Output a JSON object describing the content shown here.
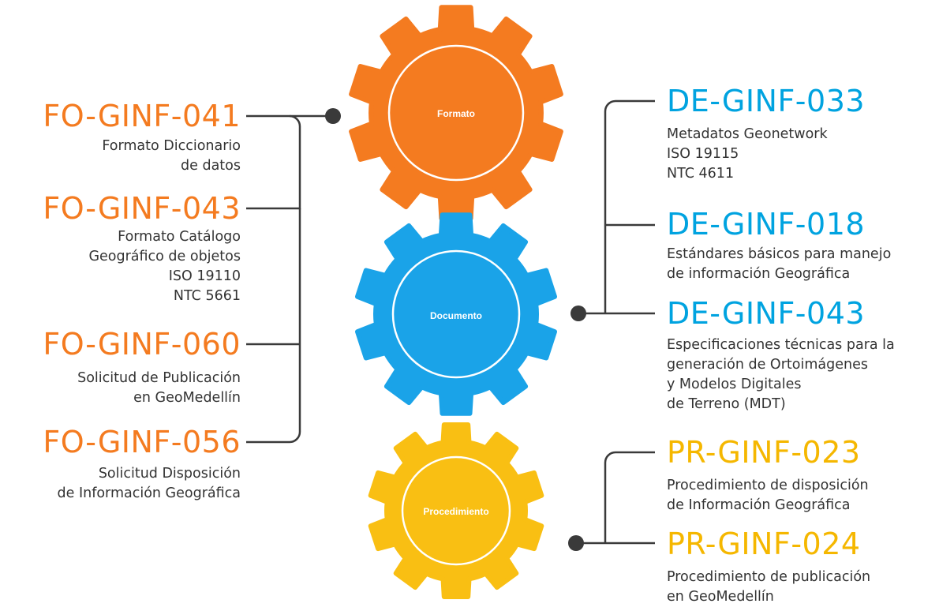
{
  "colors": {
    "formato": "#f47b20",
    "documento": "#1aa3e8",
    "procedimiento": "#f9bf13",
    "connector": "#3a3a3a",
    "text": "#333333"
  },
  "gears": {
    "formato": "Formato",
    "documento": "Documento",
    "procedimiento": "Procedimiento"
  },
  "left_items": [
    {
      "code": "FO-GINF-041",
      "lines": [
        "Formato Diccionario",
        "de datos"
      ]
    },
    {
      "code": "FO-GINF-043",
      "lines": [
        "Formato Catálogo",
        "Geográfico de objetos",
        "ISO 19110",
        "NTC 5661"
      ]
    },
    {
      "code": "FO-GINF-060",
      "lines": [
        "Solicitud de Publicación",
        "en GeoMedellín"
      ]
    },
    {
      "code": "FO-GINF-056",
      "lines": [
        "Solicitud Disposición ",
        "de Información Geográfica"
      ]
    }
  ],
  "right_doc_items": [
    {
      "code": "DE-GINF-033",
      "lines": [
        "Metadatos Geonetwork",
        "ISO 19115",
        "NTC 4611"
      ]
    },
    {
      "code": "DE-GINF-018",
      "lines": [
        "Estándares básicos para manejo",
        "de información Geográfica"
      ]
    },
    {
      "code": "DE-GINF-043",
      "lines": [
        "Especificaciones técnicas para la",
        "generación de Ortoimágenes",
        "y Modelos Digitales",
        "de Terreno (MDT)"
      ]
    }
  ],
  "right_proc_items": [
    {
      "code": "PR-GINF-023",
      "lines": [
        "Procedimiento de disposición",
        "de Información Geográfica"
      ]
    },
    {
      "code": "PR-GINF-024",
      "lines": [
        "Procedimiento de publicación",
        "en GeoMedellín"
      ]
    }
  ]
}
